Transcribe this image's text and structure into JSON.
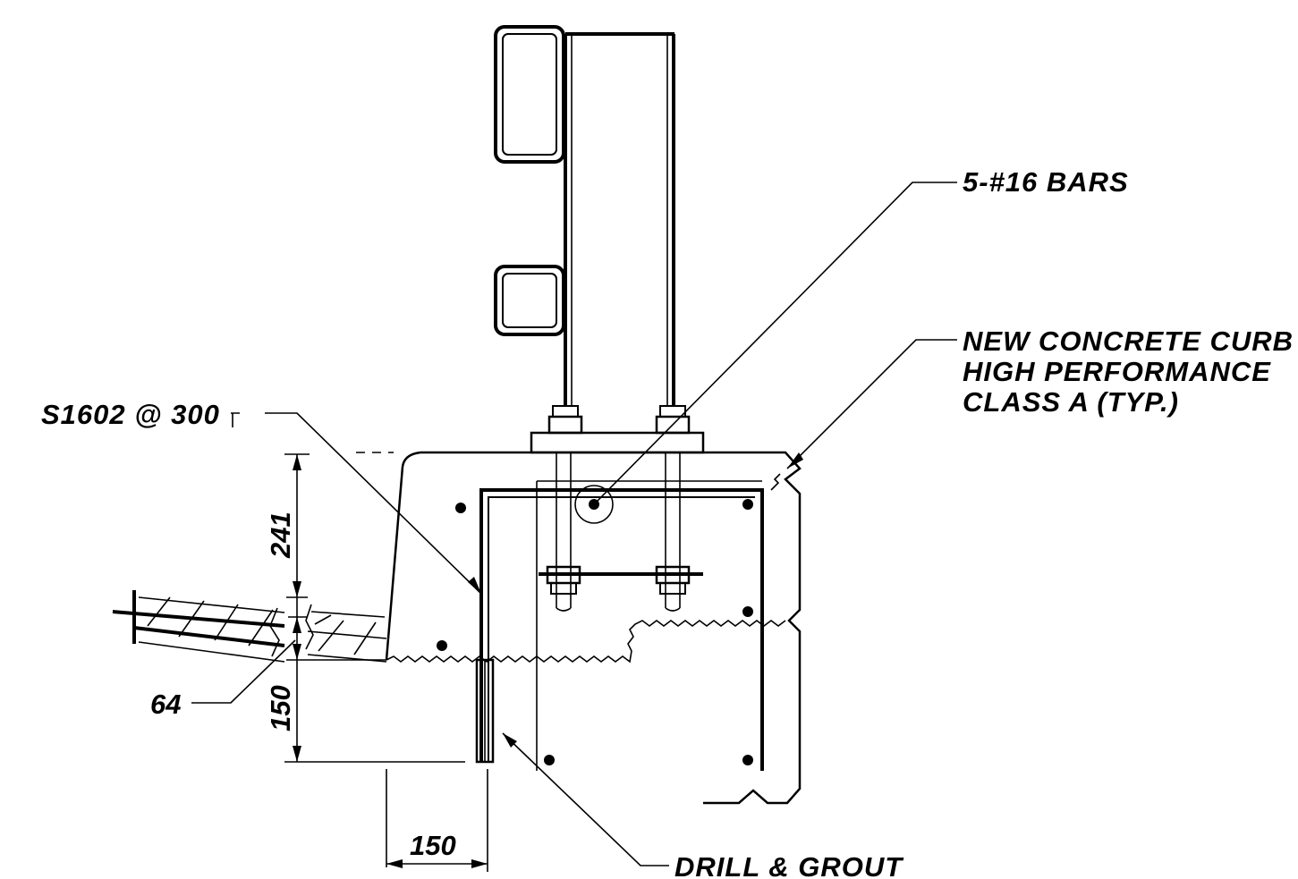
{
  "labels": {
    "bars": "5-#16 BARS",
    "curb_line1": "NEW CONCRETE CURB",
    "curb_line2": "HIGH PERFORMANCE",
    "curb_line3": "CLASS A (TYP.)",
    "stirrup": "S1602 @ 300",
    "drill": "DRILL & GROUT"
  },
  "dimensions": {
    "d241": "241",
    "d64": "64",
    "d150_vertical": "150",
    "d150_horizontal": "150"
  }
}
